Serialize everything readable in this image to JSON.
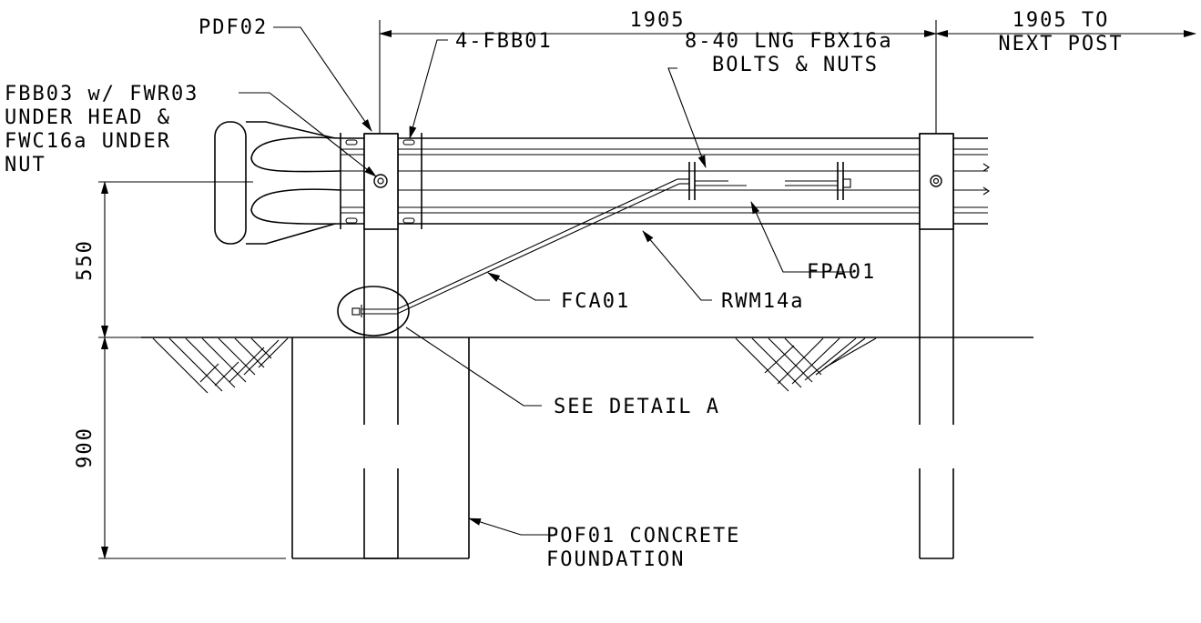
{
  "dimensions": {
    "post_spacing": "1905",
    "next_post_line1": "1905 TO",
    "next_post_line2": "NEXT POST",
    "rail_height": "550",
    "embedment": "900"
  },
  "labels": {
    "pdf02": "PDF02",
    "fbb01": "4-FBB01",
    "fbx_line1": "8-40 LNG FBX16a",
    "fbx_line2": "BOLTS & NUTS",
    "fbb03_line1": "FBB03 w/ FWR03",
    "fbb03_line2": "UNDER HEAD &",
    "fbb03_line3": "FWC16a UNDER",
    "fbb03_line4": "NUT",
    "fpa01": "FPA01",
    "fca01": "FCA01",
    "rwm14a": "RWM14a",
    "detail_a": "SEE DETAIL A",
    "pof01_line1": "POF01 CONCRETE",
    "pof01_line2": "FOUNDATION"
  }
}
